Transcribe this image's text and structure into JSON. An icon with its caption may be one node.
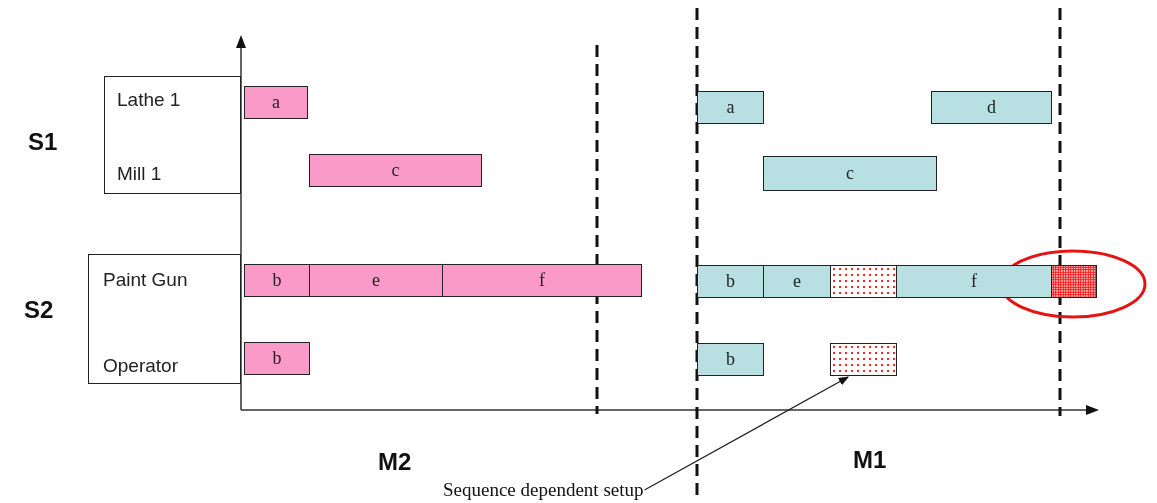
{
  "diagram": {
    "nodes": [
      {
        "text": [
          "Lathe 1",
          "Mill 1"
        ]
      },
      {
        "text": [
          "Paint Gun",
          "Operator"
        ]
      },
      {
        "text": [
          "a"
        ]
      },
      {
        "text": [
          "c"
        ]
      },
      {
        "text": [
          "b"
        ]
      },
      {
        "text": [
          "e"
        ]
      },
      {
        "text": [
          "f"
        ]
      },
      {
        "text": [
          "b"
        ]
      },
      {
        "text": [
          "a"
        ]
      },
      {
        "text": [
          "d"
        ]
      },
      {
        "text": [
          "c"
        ]
      },
      {
        "text": [
          "b"
        ]
      },
      {
        "text": [
          "e"
        ]
      },
      {
        "text": [],
        "shape": "box"
      },
      {
        "text": [
          "f"
        ]
      },
      {
        "text": [],
        "shape": "box"
      },
      {
        "text": [
          "b"
        ]
      },
      {
        "text": [],
        "shape": "box"
      },
      {
        "text": [
          "Sequence dependent setup"
        ]
      }
    ],
    "edges": [
      {
        "from": 18,
        "to": 17,
        "arrow": "to"
      }
    ],
    "labels": [
      "S1",
      "S2",
      "M2",
      "M1"
    ]
  }
}
